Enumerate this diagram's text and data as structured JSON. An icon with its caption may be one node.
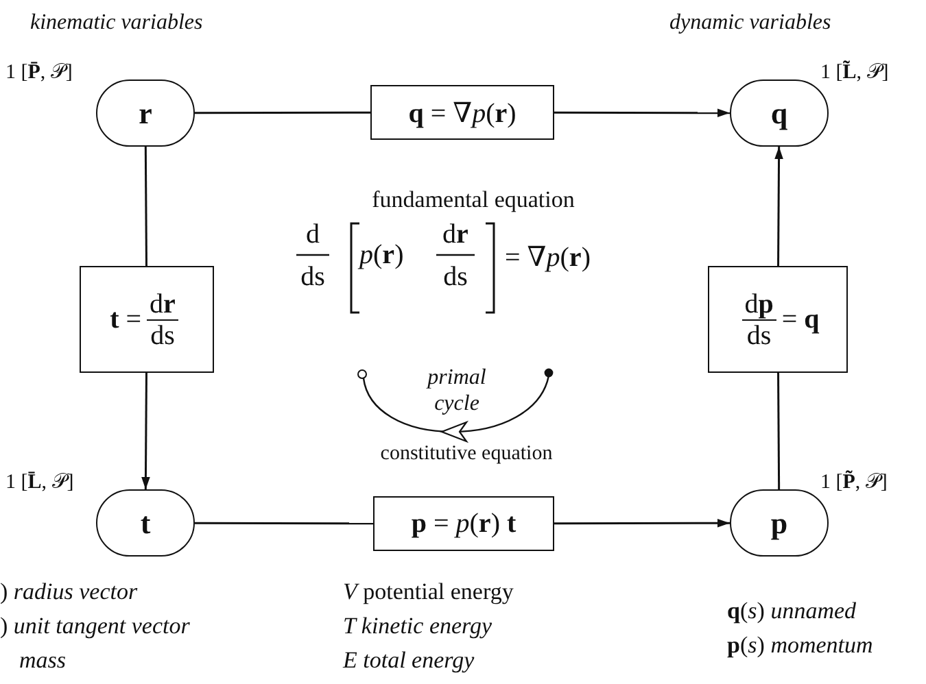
{
  "diagram": {
    "nodes": [
      {
        "text": [
          "r"
        ],
        "beside": [
          "1 [**P̄**, 𝒫]"
        ]
      },
      {
        "text": [
          "q"
        ],
        "beside": [
          "1 [**L̃**, 𝒫]"
        ]
      },
      {
        "text": [
          "t"
        ],
        "beside": [
          "1 [**L̄**, 𝒫]"
        ]
      },
      {
        "text": [
          "p"
        ],
        "beside": [
          "1 [**P̃**, 𝒫]"
        ]
      },
      {
        "text": [
          "**q** = ∇*p*(**r**)"
        ]
      },
      {
        "text": [
          "**t** =",
          "d**r**",
          "ds"
        ]
      },
      {
        "text": [
          "d**p**",
          "ds",
          "= **q**"
        ]
      },
      {
        "text": [
          "**p** = *p*(**r**) **t**"
        ]
      }
    ],
    "edges": [
      {
        "from": 0,
        "to": 4,
        "arrow": "none"
      },
      {
        "from": 4,
        "to": 1,
        "arrow": "to"
      },
      {
        "from": 0,
        "to": 5,
        "arrow": "none"
      },
      {
        "from": 5,
        "to": 2,
        "arrow": "to"
      },
      {
        "from": 2,
        "to": 7,
        "arrow": "none"
      },
      {
        "from": 7,
        "to": 3,
        "arrow": "to"
      },
      {
        "from": 3,
        "to": 6,
        "arrow": "none"
      },
      {
        "from": 6,
        "to": 1,
        "arrow": "to"
      }
    ],
    "labels": [
      "kinematic variables",
      "dynamic variables",
      "fundamental equation",
      "d",
      "ds",
      "*p*(**r**)",
      "d**r**",
      "ds",
      "= ∇*p*(**r**)",
      "primal cycle",
      "constitutive equation",
      ") *radius vector*",
      "*V* potential energy",
      "**q**(*s*) *unnamed*",
      ") *unit tangent vector*",
      "*T kinetic energy*",
      "**p**(*s*) *momentum*",
      "*mass*",
      "*E total energy*"
    ]
  }
}
